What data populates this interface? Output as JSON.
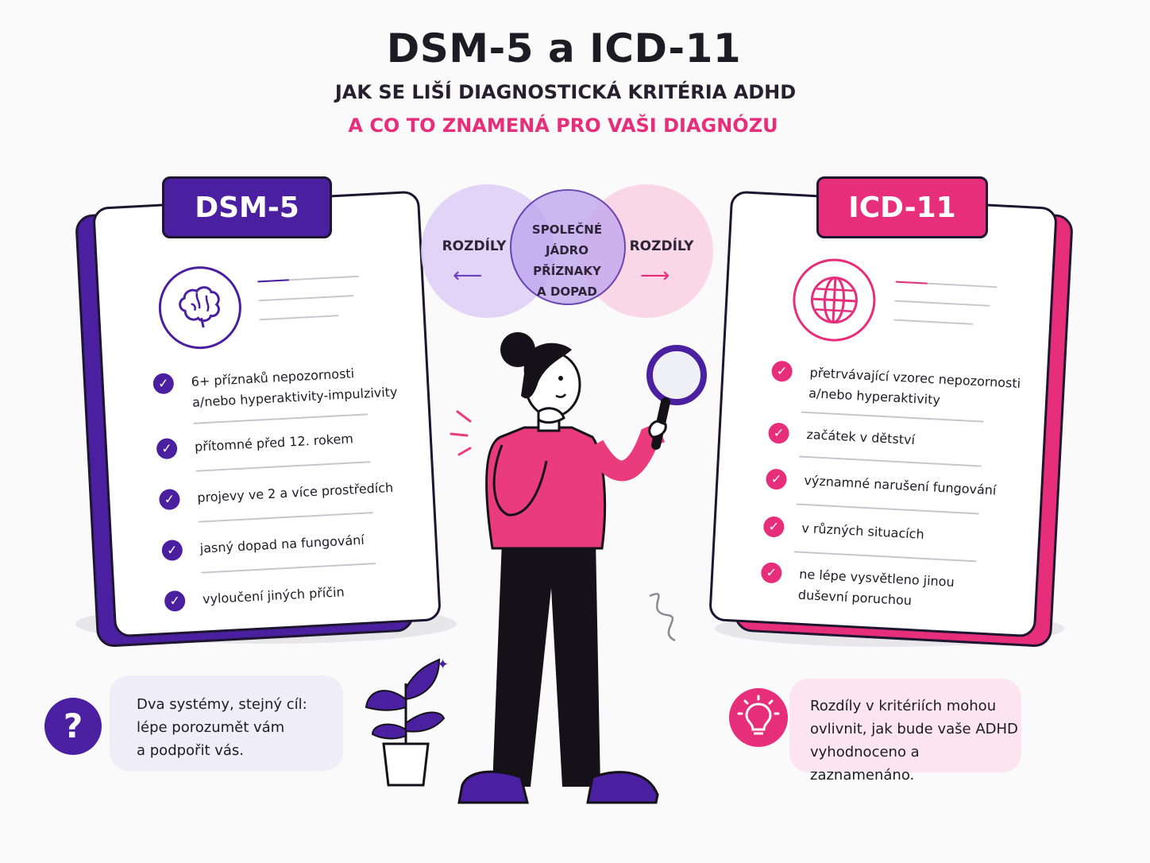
{
  "header": {
    "title": "DSM-5 a ICD-11",
    "subtitle_line1": "JAK SE LIŠÍ DIAGNOSTICKÁ KRITÉRIA ADHD",
    "subtitle_line2": "A CO TO ZNAMENÁ PRO VAŠI DIAGNÓZU"
  },
  "dsm5": {
    "tab_label": "DSM-5",
    "icon": "brain-icon",
    "color": "#4a1fa0",
    "items": [
      {
        "line1": "6+ příznaků nepozornosti",
        "line2": "a/nebo hyperaktivity-impulzivity"
      },
      {
        "line1": "přítomné před 12. rokem"
      },
      {
        "line1": "projevy ve 2 a více prostředích"
      },
      {
        "line1": "jasný dopad na fungování"
      },
      {
        "line1": "vyloučení jiných příčin"
      }
    ]
  },
  "icd11": {
    "tab_label": "ICD-11",
    "icon": "globe-icon",
    "color": "#e72e7a",
    "items": [
      {
        "line1": "přetrvávající vzorec nepozornosti",
        "line2": "a/nebo hyperaktivity"
      },
      {
        "line1": "začátek v dětství"
      },
      {
        "line1": "významné narušení fungování"
      },
      {
        "line1": "v různých situacích"
      },
      {
        "line1": "ne lépe vysvětleno jinou",
        "line2": "duševní poruchou"
      }
    ]
  },
  "venn": {
    "left_label": "ROZDÍLY",
    "right_label": "ROZDÍLY",
    "center_line1": "SPOLEČNÉ",
    "center_line2": "JÁDRO",
    "center_line3": "PŘÍZNAKY",
    "center_line4": "A DOPAD"
  },
  "notes": {
    "left": {
      "icon": "question-icon",
      "line1": "Dva systémy, stejný cíl:",
      "line2": "lépe porozumět vám",
      "line3": "a podpořit vás."
    },
    "right": {
      "icon": "lightbulb-icon",
      "line1": "Rozdíly v kritériích mohou",
      "line2": "ovlivnit, jak bude vaše ADHD",
      "line3": "vyhodnoceno a zaznamenáno."
    }
  },
  "colors": {
    "purple": "#4a1fa0",
    "pink": "#e72e7a",
    "venn_purple": "#dccdf6",
    "venn_pink": "#fad3e3"
  }
}
